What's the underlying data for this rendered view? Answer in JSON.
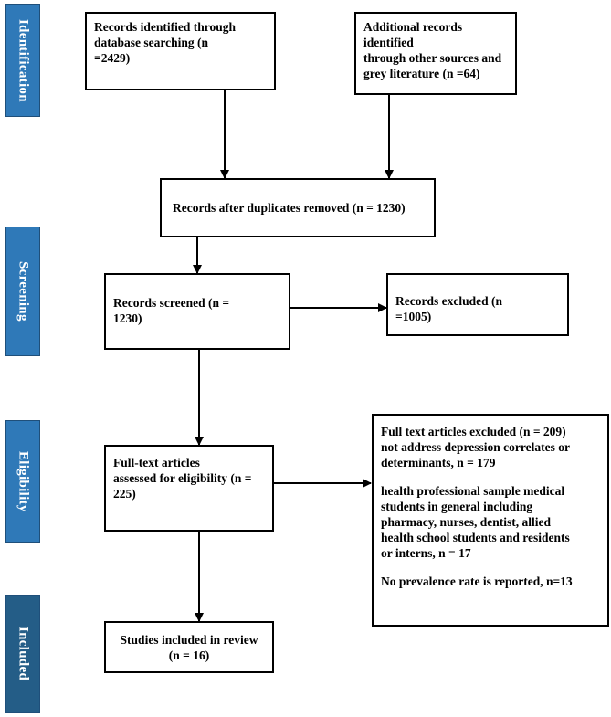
{
  "stages": {
    "identification": "Identification",
    "screening": "Screening",
    "eligibility": "Eligibility",
    "included": "Included"
  },
  "boxes": {
    "database_search": [
      "Records identified through",
      "database searching (n",
      "=2429)"
    ],
    "other_sources": [
      "Additional records",
      "identified",
      "through other sources and",
      "grey literature (n =64)"
    ],
    "after_duplicates": "Records after duplicates removed (n = 1230)",
    "screened": [
      "Records screened (n =",
      "1230)"
    ],
    "excluded": [
      "Records excluded (n",
      "=1005)"
    ],
    "fulltext_assessed": [
      "Full-text articles",
      "assessed for eligibility (n =",
      "225)"
    ],
    "fulltext_excluded": {
      "block1": [
        "Full text articles excluded (n = 209)",
        "not address depression correlates or",
        "determinants, n = 179"
      ],
      "block2": [
        "health professional sample medical",
        "students in general including",
        "pharmacy, nurses, dentist, allied",
        "health school students and residents",
        "or interns, n = 17"
      ],
      "block3": [
        "No prevalence rate is reported, n=13"
      ]
    },
    "included_studies": [
      "Studies included in review",
      "(n = 16)"
    ]
  },
  "colors": {
    "stage_blue": "#2f79b8",
    "stage_dark_blue": "#245d87",
    "stage_text": "#ffffff",
    "box_border": "#000000",
    "arrow": "#000000"
  }
}
